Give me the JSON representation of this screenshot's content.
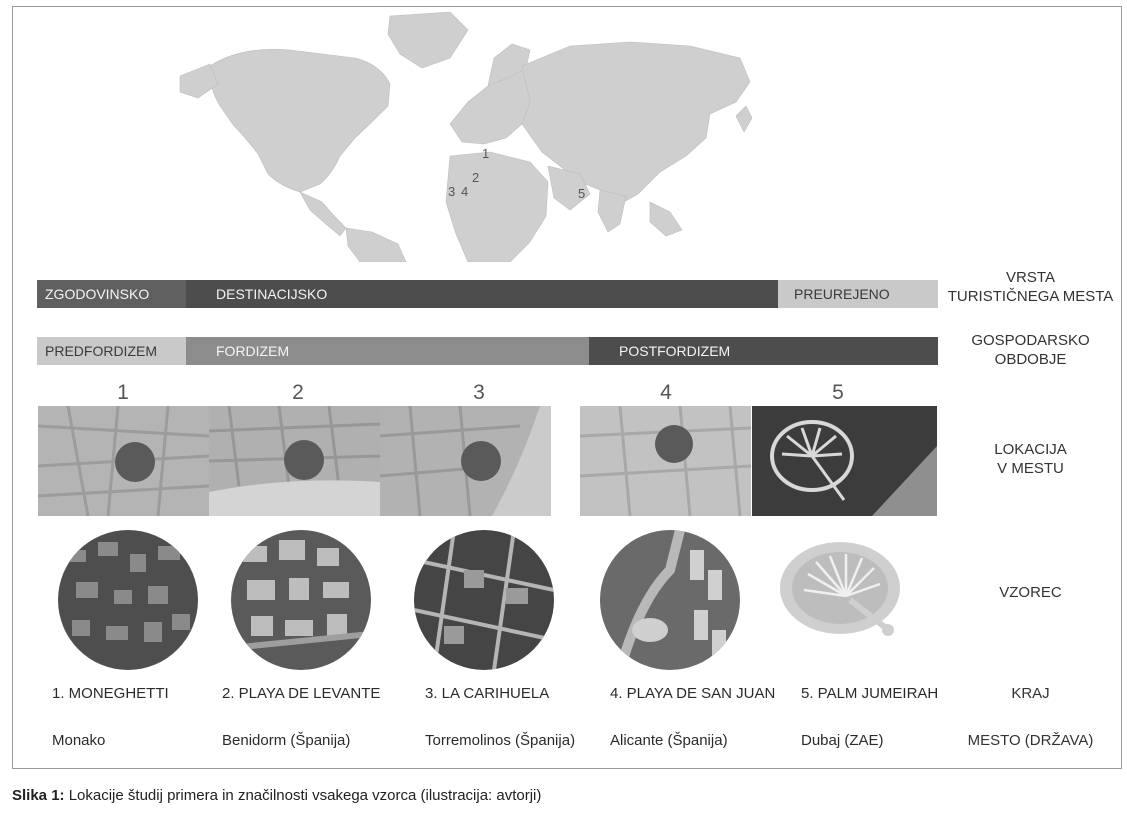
{
  "map": {
    "markers": [
      "1",
      "2",
      "3",
      "4",
      "5"
    ]
  },
  "rows": {
    "vrsta": {
      "label_line1": "VRSTA",
      "label_line2": "TURISTIČNEGA MESTA",
      "segments": [
        "ZGODOVINSKO",
        "DESTINACIJSKO",
        "PREUREJENO"
      ]
    },
    "obdobje": {
      "label_line1": "GOSPODARSKO",
      "label_line2": "OBDOBJE",
      "segments": [
        "PREDFORDIZEM",
        "FORDIZEM",
        "POSTFORDIZEM"
      ]
    },
    "lokacija": {
      "label_line1": "LOKACIJA",
      "label_line2": "V MESTU"
    },
    "vzorec": {
      "label": "VZOREC"
    },
    "kraj": {
      "label": "KRAJ"
    },
    "mesto": {
      "label": "MESTO (DRŽAVA)"
    }
  },
  "columns": [
    {
      "num": "1",
      "kraj": "1. MONEGHETTI",
      "mesto": "Monako"
    },
    {
      "num": "2",
      "kraj": "2. PLAYA DE LEVANTE",
      "mesto": "Benidorm (Španija)"
    },
    {
      "num": "3",
      "kraj": "3. LA CARIHUELA",
      "mesto": "Torremolinos (Španija)"
    },
    {
      "num": "4",
      "kraj": "4. PLAYA DE SAN JUAN",
      "mesto": "Alicante (Španija)"
    },
    {
      "num": "5",
      "kraj": "5. PALM JUMEIRAH",
      "mesto": "Dubaj (ZAE)"
    }
  ],
  "caption": {
    "prefix": "Slika 1:",
    "text": " Lokacije študij primera in značilnosti vsakega vzorca (ilustracija: avtorji)"
  },
  "colors": {
    "bar_light": "#c9c9c9",
    "bar_mid": "#8c8c8c",
    "bar_dark": "#5f5f5f",
    "map_land": "#cfcfcf"
  }
}
